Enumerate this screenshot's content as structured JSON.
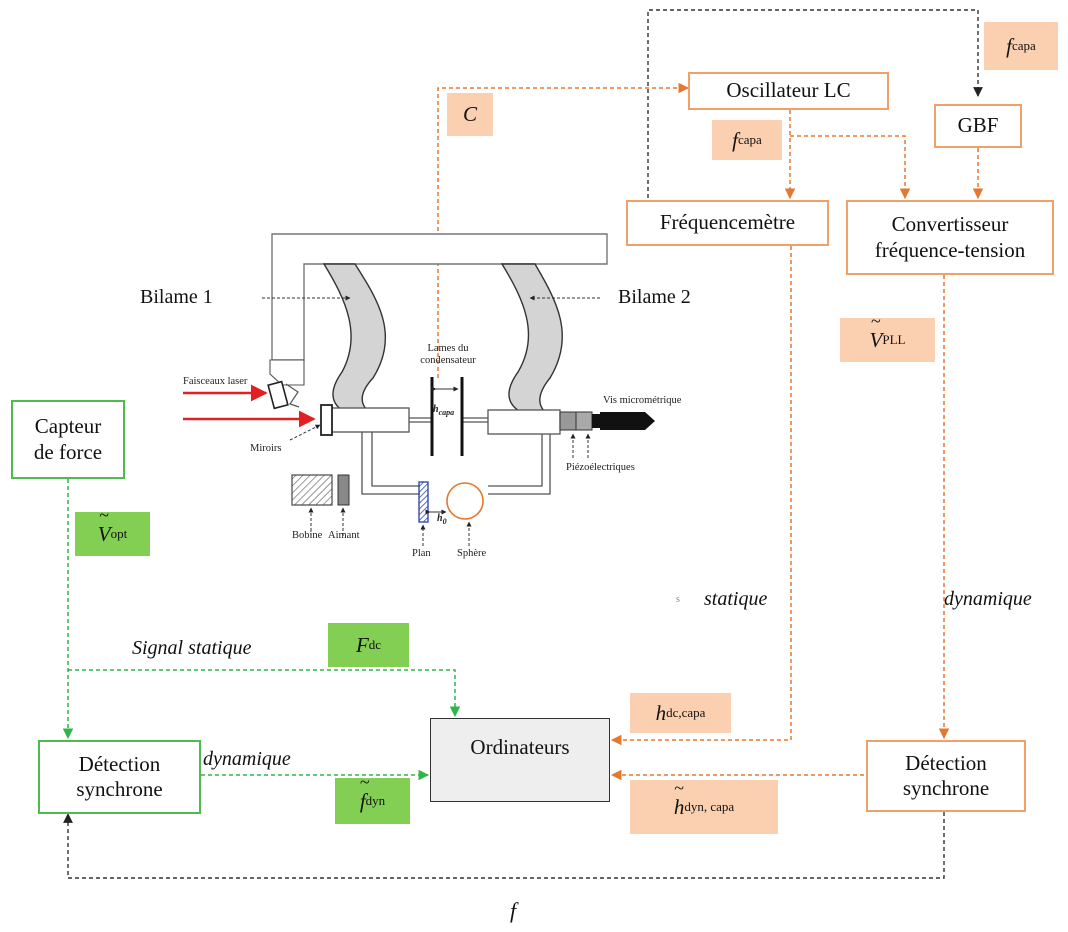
{
  "boxes": {
    "oscillateur": "Oscillateur LC",
    "gbf": "GBF",
    "frequencemetre": "Fréquencemètre",
    "convertisseur_l1": "Convertisseur",
    "convertisseur_l2": "fréquence-tension",
    "capteur_l1": "Capteur",
    "capteur_l2": "de force",
    "detection_left_l1": "Détection",
    "detection_left_l2": "synchrone",
    "ordinateurs": "Ordinateurs",
    "detection_right_l1": "Détection",
    "detection_right_l2": "synchrone"
  },
  "tags": {
    "c": {
      "sym": "C",
      "sub": ""
    },
    "f_capa_top": {
      "sym": "f",
      "sub": "capa"
    },
    "f_capa_mid": {
      "sym": "f",
      "sub": "capa"
    },
    "v_pll": {
      "sym": "V",
      "sub": "PLL"
    },
    "v_opt": {
      "sym": "V",
      "sub": "opt"
    },
    "f_dc": {
      "sym": "F",
      "sub": "dc"
    },
    "f_dyn": {
      "sym": "f",
      "sub": "dyn"
    },
    "h_dc_capa": {
      "sym": "h",
      "sub": "dc,capa"
    },
    "h_dyn_capa": {
      "sym": "h",
      "sub": "dyn, capa"
    }
  },
  "flow_labels": {
    "statique_prefix": "s",
    "statique": "statique",
    "dynamique_right": "dynamique",
    "signal_statique": "Signal statique",
    "dynamique_left": "dynamique",
    "f_bottom": "f"
  },
  "apparatus": {
    "bilame1": "Bilame 1",
    "bilame2": "Bilame 2",
    "lames_l1": "Lames du",
    "lames_l2": "condensateur",
    "faisceaux": "Faisceaux laser",
    "miroirs": "Miroirs",
    "vis": "Vis micrométrique",
    "piezo": "Piézoélectriques",
    "h_capa_sym": "h",
    "h_capa_sub": "capa",
    "h0_sym": "h",
    "h0_sub": "0",
    "bobine": "Bobine",
    "aimant": "Aimant",
    "plan": "Plan",
    "sphere": "Sphère"
  },
  "colors": {
    "orange_line": "#e3782e",
    "orange_border": "#f0a167",
    "green_line": "#2fb54a",
    "green_border": "#4fbb4f",
    "peach_fill": "#fbd0b0",
    "green_fill": "#82cf54",
    "black_line": "#333333",
    "laser_red": "#e32020",
    "grey_fill": "#eeeeee"
  }
}
